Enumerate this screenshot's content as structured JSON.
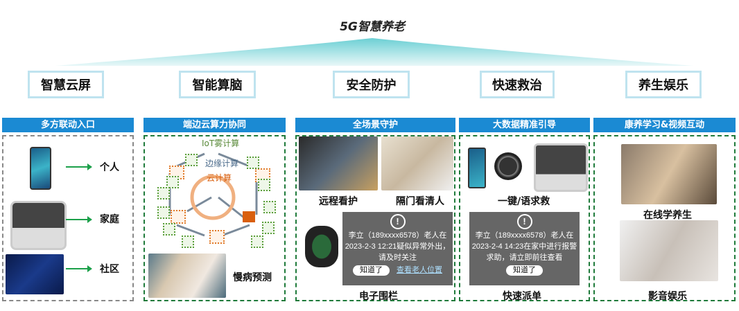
{
  "title": "5G智慧养老",
  "pillars": [
    "智慧云屏",
    "智能算脑",
    "安全防护",
    "快速救治",
    "养生娱乐"
  ],
  "headers": [
    "多方联动入口",
    "端边云算力协同",
    "全场景守护",
    "大数据精准引导",
    "康养学习&视频互动"
  ],
  "col1": {
    "items": [
      "个人",
      "家庭",
      "社区"
    ]
  },
  "col2": {
    "layers": [
      "IoT雾计算",
      "边缘计算",
      "云计算"
    ],
    "caption": "慢病预测"
  },
  "col3": {
    "captions": [
      "远程看护",
      "隔门看清人"
    ],
    "alert": {
      "line1": "李立（189xxxx6578）老人在",
      "line2": "2023-2-3 12:21疑似异常外出，",
      "line3": "请及时关注",
      "ok": "知道了",
      "link": "查看老人位置"
    },
    "caption": "电子围栏"
  },
  "col4": {
    "caption_top": "一键/语求救",
    "alert": {
      "line1": "李立（189xxxx6578）老人在",
      "line2": "2023-2-4 14:23在家中进行报警",
      "line3": "求助，请立即前往查看",
      "ok": "知道了"
    },
    "caption": "快速派单"
  },
  "col5": {
    "captions": [
      "在线学养生",
      "影音娱乐"
    ]
  },
  "colors": {
    "header": "#1b8ad3",
    "dashed": "#1e7a3a",
    "arrow": "#1ca04a"
  }
}
